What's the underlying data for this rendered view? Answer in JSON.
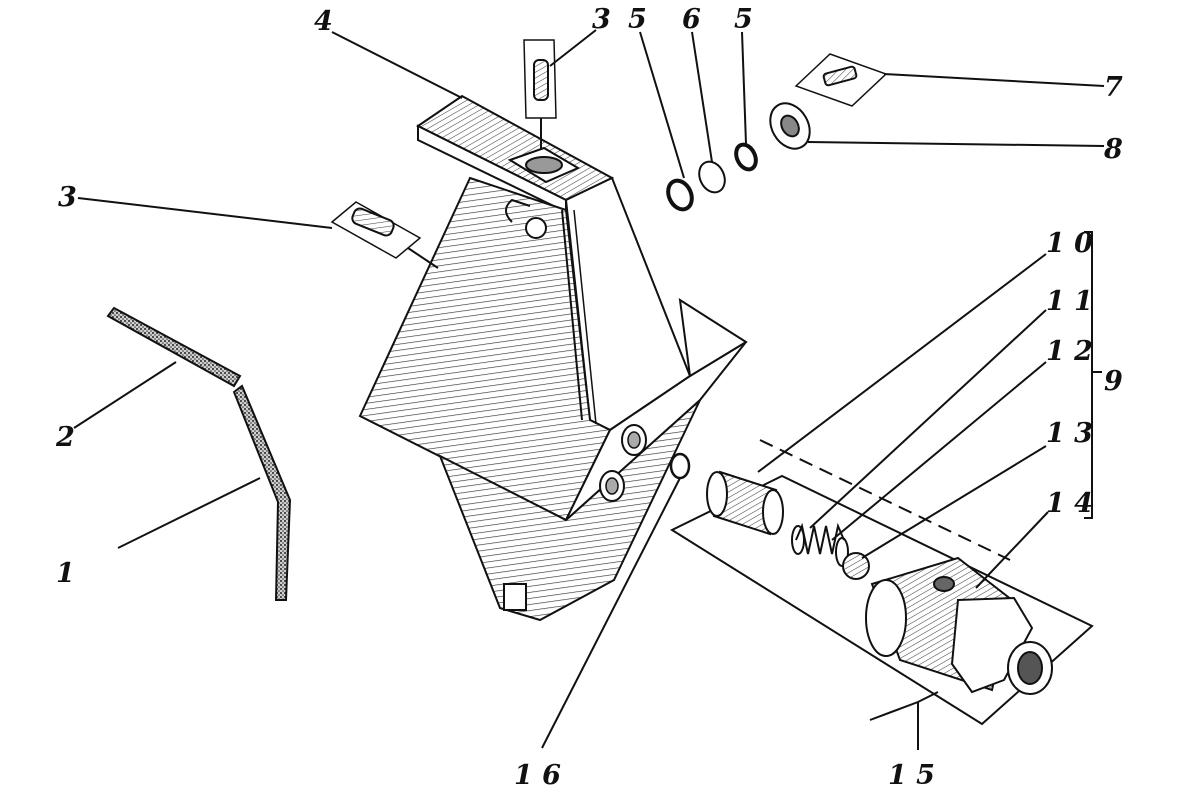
{
  "diagram": {
    "labels": [
      {
        "id": "l1",
        "text": "1"
      },
      {
        "id": "l2",
        "text": "2"
      },
      {
        "id": "l3a",
        "text": "3"
      },
      {
        "id": "l3b",
        "text": "3"
      },
      {
        "id": "l4",
        "text": "4"
      },
      {
        "id": "l5a",
        "text": "5"
      },
      {
        "id": "l6",
        "text": "6"
      },
      {
        "id": "l5b",
        "text": "5"
      },
      {
        "id": "l7",
        "text": "7"
      },
      {
        "id": "l8",
        "text": "8"
      },
      {
        "id": "l9",
        "text": "9"
      },
      {
        "id": "l10",
        "text": "1 0"
      },
      {
        "id": "l11",
        "text": "1 1"
      },
      {
        "id": "l12",
        "text": "1 2"
      },
      {
        "id": "l13",
        "text": "1 3"
      },
      {
        "id": "l14",
        "text": "1 4"
      },
      {
        "id": "l15",
        "text": "1 5"
      },
      {
        "id": "l16",
        "text": "1 6"
      }
    ]
  }
}
